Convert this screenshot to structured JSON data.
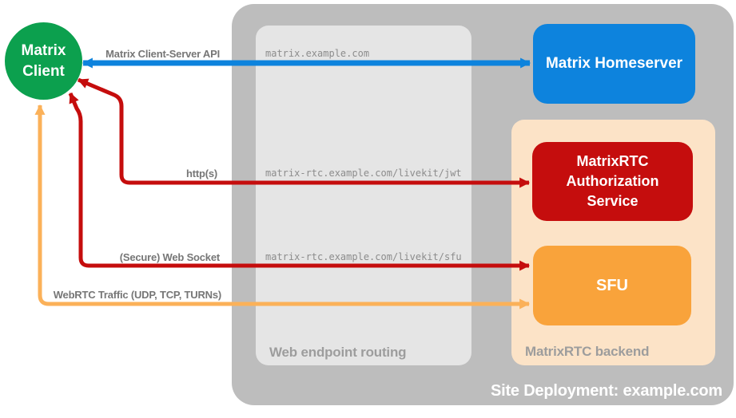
{
  "title": "MatrixRTC site deployment diagram",
  "client": {
    "label_line1": "Matrix",
    "label_line2": "Client",
    "bg": "#0ca04e"
  },
  "deployment": {
    "label": "Site Deployment: example.com",
    "bg": "#bdbdbd"
  },
  "routing": {
    "label": "Web endpoint routing",
    "bg": "#e5e5e5"
  },
  "backend": {
    "label": "MatrixRTC backend",
    "bg": "#fce3c7"
  },
  "nodes": {
    "homeserver": {
      "label": "Matrix Homeserver",
      "bg": "#0d83dd"
    },
    "auth": {
      "label": "MatrixRTC Authorization Service",
      "bg": "#c50d0d"
    },
    "sfu": {
      "label": "SFU",
      "bg": "#f9a33b"
    }
  },
  "connections": [
    {
      "id": "matrix-client-server-api",
      "label": "Matrix Client-Server API",
      "endpoint": "matrix.example.com",
      "from": "Matrix Client",
      "to": "Matrix Homeserver",
      "color": "#0d83dd",
      "bidirectional": true
    },
    {
      "id": "https-jwt",
      "label": "http(s)",
      "endpoint": "matrix-rtc.example.com/livekit/jwt",
      "from": "Matrix Client",
      "to": "MatrixRTC Authorization Service",
      "color": "#c50d0d",
      "bidirectional": true
    },
    {
      "id": "secure-web-socket",
      "label": "(Secure) Web Socket",
      "endpoint": "matrix-rtc.example.com/livekit/sfu",
      "from": "Matrix Client",
      "to": "SFU",
      "color": "#c50d0d",
      "bidirectional": true
    },
    {
      "id": "webrtc-traffic",
      "label": "WebRTC Traffic (UDP, TCP, TURNs)",
      "endpoint": "",
      "from": "Matrix Client",
      "to": "SFU",
      "color": "#fbb159",
      "bidirectional": true
    }
  ]
}
